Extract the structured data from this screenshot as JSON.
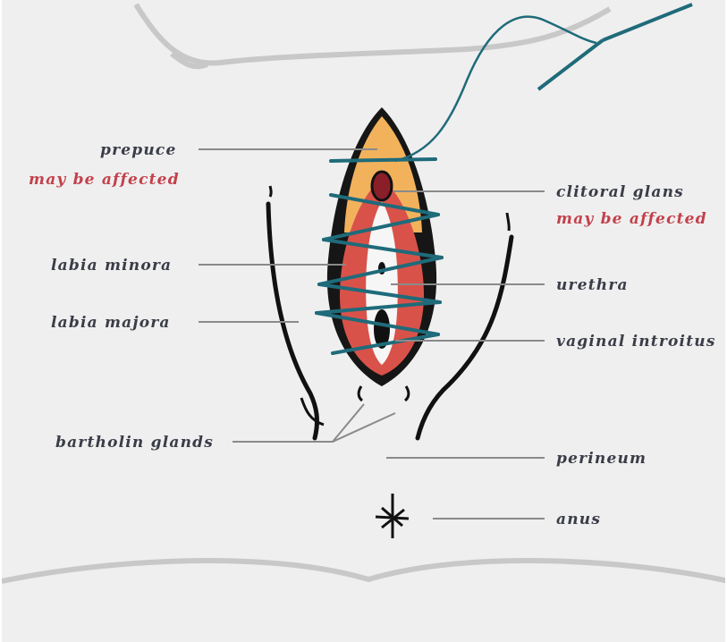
{
  "labels": {
    "prepuce": "prepuce",
    "prepuce_note": "may be affected",
    "clitoral_glans": "clitoral glans",
    "clitoral_glans_note": "may be affected",
    "labia_minora": "labia minora",
    "urethra": "urethra",
    "labia_majora": "labia majora",
    "vaginal_introitus": "vaginal introitus",
    "bartholin_glands": "bartholin glands",
    "perineum": "perineum",
    "anus": "anus"
  },
  "colors": {
    "background": "#efefef",
    "label_text": "#3a3d48",
    "highlight_text": "#c2414b",
    "leader_line": "#8a8a8a",
    "body_contour": "#c8c8c8",
    "prepuce_fill": "#f2b25c",
    "labia_minora_fill": "#d9524a",
    "suture_thread": "#1f6b7a",
    "outline": "#111111"
  }
}
